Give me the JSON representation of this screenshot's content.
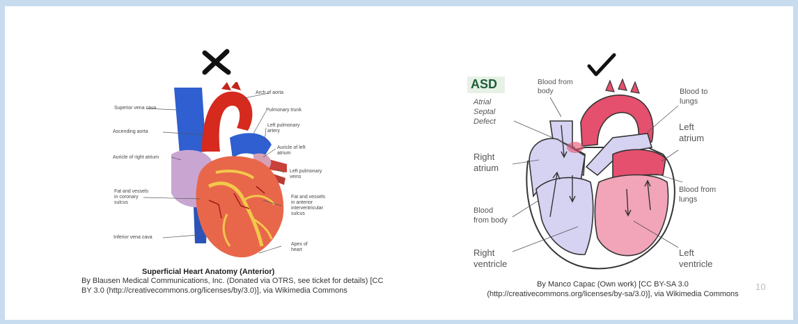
{
  "left_panel": {
    "labels": {
      "superior_vena_cava": "Superior vena cava",
      "arch_of_aorta": "Arch of aorta",
      "pulmonary_trunk": "Pulmonary trunk",
      "ascending_aorta": "Ascending aorta",
      "left_pulmonary_artery": "Left pulmonary\nartery",
      "auricle_left_atrium": "Auricle of left\natrium",
      "auricle_right_atrium": "Auricle of right atrium",
      "left_pulmonary_veins": "Left pulmonary\nveins",
      "fat_vessels_coronary": "Fat and vessels\nin coronary\nsulcus",
      "fat_vessels_interventricular": "Fat and vessels\nin anterior\ninterventricular\nsulcus",
      "inferior_vena_cava": "Inferior vena cava",
      "apex_of_heart": "Apex of\nheart"
    },
    "caption_title": "Superficial Heart Anatomy (Anterior)",
    "caption": "By Blausen Medical Communications, Inc. (Donated via OTRS, see ticket for details) [CC\nBY 3.0 (http://creativecommons.org/licenses/by/3.0)], via Wikimedia Commons"
  },
  "right_panel": {
    "asd_title": "ASD",
    "asd_subtitle": "Atrial\nSeptal\nDefect",
    "labels": {
      "blood_from_body_top": "Blood from\nbody",
      "blood_to_lungs": "Blood to\nlungs",
      "left_atrium": "Left\natrium",
      "right_atrium": "Right\natrium",
      "blood_from_lungs": "Blood from\nlungs",
      "blood_from_body_bottom": "Blood\nfrom body",
      "right_ventricle": "Right\nventricle",
      "left_ventricle": "Left\nventricle"
    },
    "caption": "By Manco Capac (Own work) [CC BY-SA 3.0\n(http://creativecommons.org/licenses/by-sa/3.0)], via Wikimedia Commons"
  },
  "slide_number": "10",
  "colors": {
    "frame_border": "#c8dcf0",
    "asd_title_color": "#1f5e3a",
    "asd_box_bg": "#e7f1e6",
    "vena_blue": "#2f5fd0",
    "aorta_red": "#d62a1e",
    "heart_orange": "#e8674a",
    "deoxy_lavender": "#d6d2f2",
    "oxy_pink": "#e4506e"
  },
  "icons": {
    "wrong_mark": "cross-mark-icon",
    "right_mark": "check-mark-icon"
  }
}
